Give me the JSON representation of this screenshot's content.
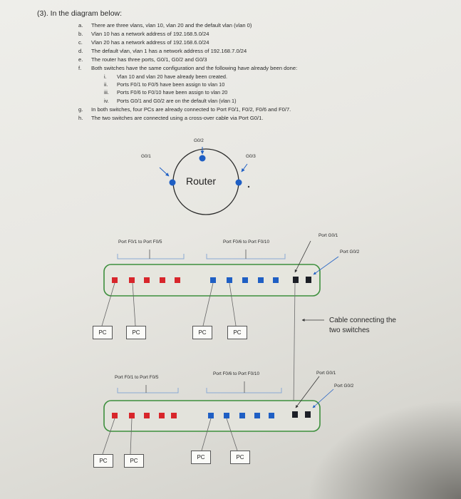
{
  "question": {
    "heading": "(3). In the diagram below:",
    "items": [
      {
        "marker": "a.",
        "text": "There are three vlans, vlan 10, vlan 20 and the default vlan (vlan 0)"
      },
      {
        "marker": "b.",
        "text": "Vlan 10 has a network address of 192.168.5.0/24"
      },
      {
        "marker": "c.",
        "text": "Vlan 20 has a network address of 192.168.6.0/24"
      },
      {
        "marker": "d.",
        "text": "The default vlan, vlan 1 has a network address of 192.168.7.0/24"
      },
      {
        "marker": "e.",
        "text": "The router has three ports, G0/1, G0/2 and G0/3"
      },
      {
        "marker": "f.",
        "text": "Both switches have the same configuration and the following have already been done:"
      }
    ],
    "subitems": [
      {
        "marker": "i.",
        "text": "Vlan 10 and vlan 20 have already been created."
      },
      {
        "marker": "ii.",
        "text": "Ports F0/1 to F0/5 have been assign to vlan 10"
      },
      {
        "marker": "iii.",
        "text": "Ports F0/6 to F0/10 have been assign to vlan 20"
      },
      {
        "marker": "iv.",
        "text": "Ports G0/1 and G0/2 are on the default vlan (vlan 1)"
      }
    ],
    "items_after": [
      {
        "marker": "g.",
        "text": "In both switches, four PCs are already connected to Port F0/1, F0/2, F0/6 and F0/7."
      },
      {
        "marker": "h.",
        "text": "The two switches are connected using a cross-over cable via Port G0/1."
      }
    ]
  },
  "router": {
    "label": "Router",
    "port_g02": "G0/2",
    "port_g01": "G0/1",
    "port_g03": "G0/3"
  },
  "switch_top": {
    "vlan10_label": "Port F0/1 to Port F0/5",
    "vlan20_label": "Port F0/6 to Port F0/10",
    "g01_label": "Port G0/1",
    "g02_label": "Port G0/2",
    "pcs": [
      "PC",
      "PC",
      "PC",
      "PC"
    ]
  },
  "switch_bottom": {
    "vlan10_label": "Port F0/1 to Port F0/5",
    "vlan20_label": "Port F0/6 to Port F0/10",
    "g01_label": "Port G0/1",
    "g02_label": "Port G0/2",
    "pcs": [
      "PC",
      "PC",
      "PC",
      "PC"
    ]
  },
  "cable_note": {
    "line1": "Cable connecting the",
    "line2": "two switches"
  },
  "colors": {
    "vlan10_port": "#d8262b",
    "vlan20_port": "#1f5fc4",
    "trunk_port": "#1c1f26",
    "router_dot": "#1f5fc4"
  }
}
